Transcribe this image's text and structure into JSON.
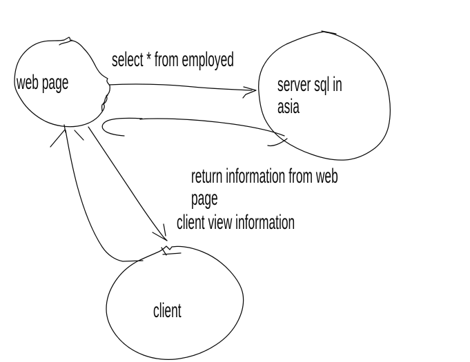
{
  "diagram": {
    "background_color": "#ffffff",
    "ink_color": "#0a0a0a",
    "nodes": [
      {
        "id": "web-page",
        "label": "web page"
      },
      {
        "id": "server",
        "label": "server sql in\nasia"
      },
      {
        "id": "client",
        "label": "client"
      }
    ],
    "edges": [
      {
        "id": "select-query",
        "label": "select * from employed",
        "from": "web page",
        "to": "server sql in asia"
      },
      {
        "id": "return-info",
        "label": "return information from web page",
        "from": "server sql in asia",
        "to": "web page"
      },
      {
        "id": "client-view",
        "label": "client view information",
        "from": "web page",
        "to": "client"
      },
      {
        "id": "client-request",
        "label": "",
        "from": "client",
        "to": "web page"
      }
    ]
  }
}
